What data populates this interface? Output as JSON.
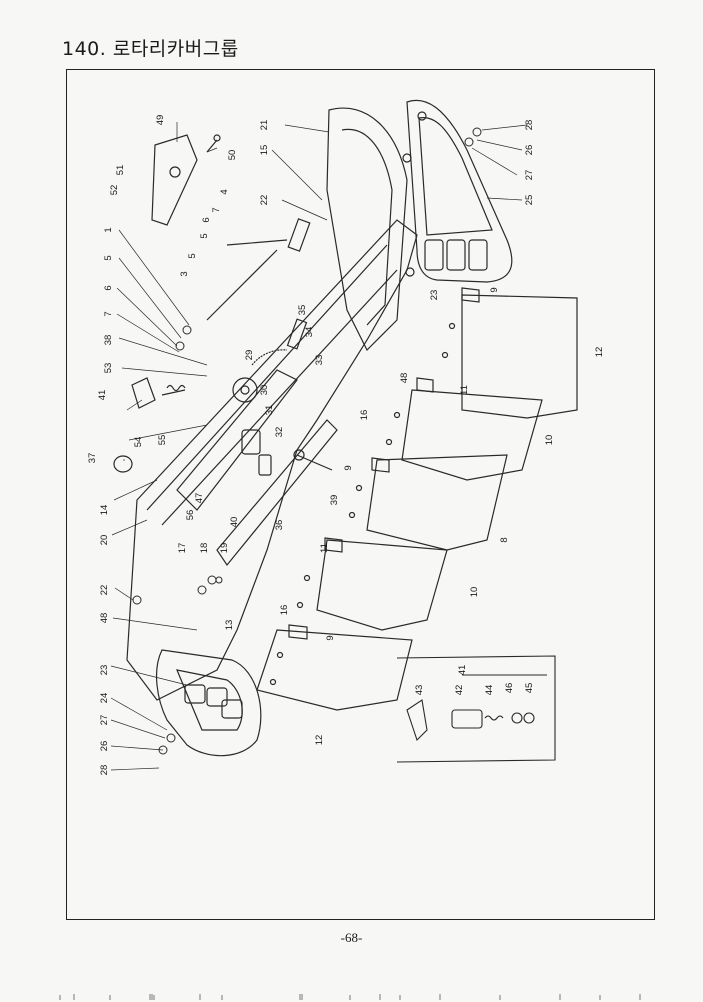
{
  "page": {
    "title": "140. 로타리카버그룹",
    "page_number": "-68-"
  },
  "callouts": [
    "1",
    "3",
    "4",
    "5",
    "6",
    "7",
    "8",
    "9",
    "10",
    "11",
    "12",
    "13",
    "14",
    "15",
    "16",
    "17",
    "18",
    "19",
    "20",
    "21",
    "22",
    "23",
    "24",
    "25",
    "26",
    "27",
    "28",
    "29",
    "30",
    "31",
    "32",
    "33",
    "34",
    "35",
    "36",
    "37",
    "38",
    "39",
    "40",
    "41",
    "42",
    "43",
    "44",
    "45",
    "46",
    "47",
    "48",
    "49",
    "50",
    "51",
    "52",
    "53",
    "54",
    "55",
    "56"
  ]
}
